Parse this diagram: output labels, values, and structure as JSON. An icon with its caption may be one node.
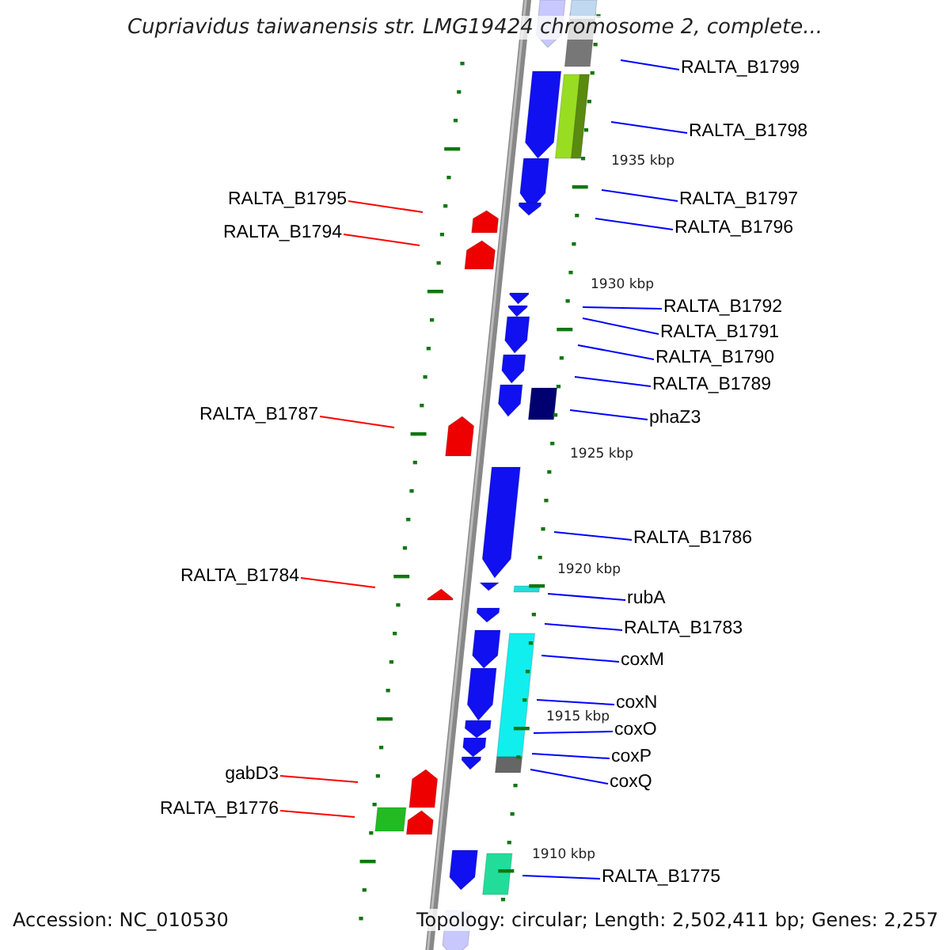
{
  "diagram": {
    "title": "Cupriavidus taiwanensis str. LMG19424 chromosome 2, complete...",
    "nodes": [
      {
        "text": [
          "RALTA_B1799"
        ]
      },
      {
        "text": [
          "RALTA_B1798"
        ]
      },
      {
        "text": [
          "RALTA_B1795"
        ]
      },
      {
        "text": [
          "RALTA_B1797"
        ]
      },
      {
        "text": [
          "RALTA_B1796"
        ]
      },
      {
        "text": [
          "RALTA_B1794"
        ]
      },
      {
        "text": [
          "RALTA_B1792"
        ]
      },
      {
        "text": [
          "RALTA_B1791"
        ]
      },
      {
        "text": [
          "RALTA_B1790"
        ]
      },
      {
        "text": [
          "RALTA_B1789"
        ]
      },
      {
        "text": [
          "phaZ3"
        ]
      },
      {
        "text": [
          "RALTA_B1787"
        ]
      },
      {
        "text": [
          "RALTA_B1786"
        ]
      },
      {
        "text": [
          "RALTA_B1784"
        ]
      },
      {
        "text": [
          "rubA"
        ]
      },
      {
        "text": [
          "RALTA_B1783"
        ]
      },
      {
        "text": [
          "coxM"
        ]
      },
      {
        "text": [
          "coxN"
        ]
      },
      {
        "text": [
          "coxO"
        ]
      },
      {
        "text": [
          "coxP"
        ]
      },
      {
        "text": [
          "coxQ"
        ]
      },
      {
        "text": [
          "gabD3"
        ]
      },
      {
        "text": [
          "RALTA_B1776"
        ]
      },
      {
        "text": [
          "RALTA_B1775"
        ]
      }
    ],
    "edges": [
      {
        "from": 0,
        "to": null,
        "arrow": "none",
        "color": "#0000ff"
      },
      {
        "from": 1,
        "to": null,
        "arrow": "none",
        "color": "#0000ff"
      },
      {
        "from": 2,
        "to": null,
        "arrow": "none",
        "color": "#ff0000"
      },
      {
        "from": 3,
        "to": null,
        "arrow": "none",
        "color": "#0000ff"
      },
      {
        "from": 4,
        "to": null,
        "arrow": "none",
        "color": "#0000ff"
      },
      {
        "from": 5,
        "to": null,
        "arrow": "none",
        "color": "#ff0000"
      },
      {
        "from": 6,
        "to": null,
        "arrow": "none",
        "color": "#0000ff"
      },
      {
        "from": 7,
        "to": null,
        "arrow": "none",
        "color": "#0000ff"
      },
      {
        "from": 8,
        "to": null,
        "arrow": "none",
        "color": "#0000ff"
      },
      {
        "from": 9,
        "to": null,
        "arrow": "none",
        "color": "#0000ff"
      },
      {
        "from": 10,
        "to": null,
        "arrow": "none",
        "color": "#0000ff"
      },
      {
        "from": 11,
        "to": null,
        "arrow": "none",
        "color": "#ff0000"
      },
      {
        "from": 12,
        "to": null,
        "arrow": "none",
        "color": "#0000ff"
      },
      {
        "from": 13,
        "to": null,
        "arrow": "none",
        "color": "#ff0000"
      },
      {
        "from": 14,
        "to": null,
        "arrow": "none",
        "color": "#0000ff"
      },
      {
        "from": 15,
        "to": null,
        "arrow": "none",
        "color": "#0000ff"
      },
      {
        "from": 16,
        "to": null,
        "arrow": "none",
        "color": "#0000ff"
      },
      {
        "from": 17,
        "to": null,
        "arrow": "none",
        "color": "#0000ff"
      },
      {
        "from": 18,
        "to": null,
        "arrow": "none",
        "color": "#0000ff"
      },
      {
        "from": 19,
        "to": null,
        "arrow": "none",
        "color": "#0000ff"
      },
      {
        "from": 20,
        "to": null,
        "arrow": "none",
        "color": "#0000ff"
      },
      {
        "from": 21,
        "to": null,
        "arrow": "none",
        "color": "#ff0000"
      },
      {
        "from": 22,
        "to": null,
        "arrow": "none",
        "color": "#ff0000"
      },
      {
        "from": 23,
        "to": null,
        "arrow": "none",
        "color": "#0000ff"
      }
    ],
    "labels": [
      "1935 kbp",
      "1930 kbp",
      "1925 kbp",
      "1920 kbp",
      "1915 kbp",
      "1910 kbp",
      "Accession: NC_010530",
      "Topology: circular; Length: 2,502,411 bp; Genes: 2,257"
    ]
  }
}
